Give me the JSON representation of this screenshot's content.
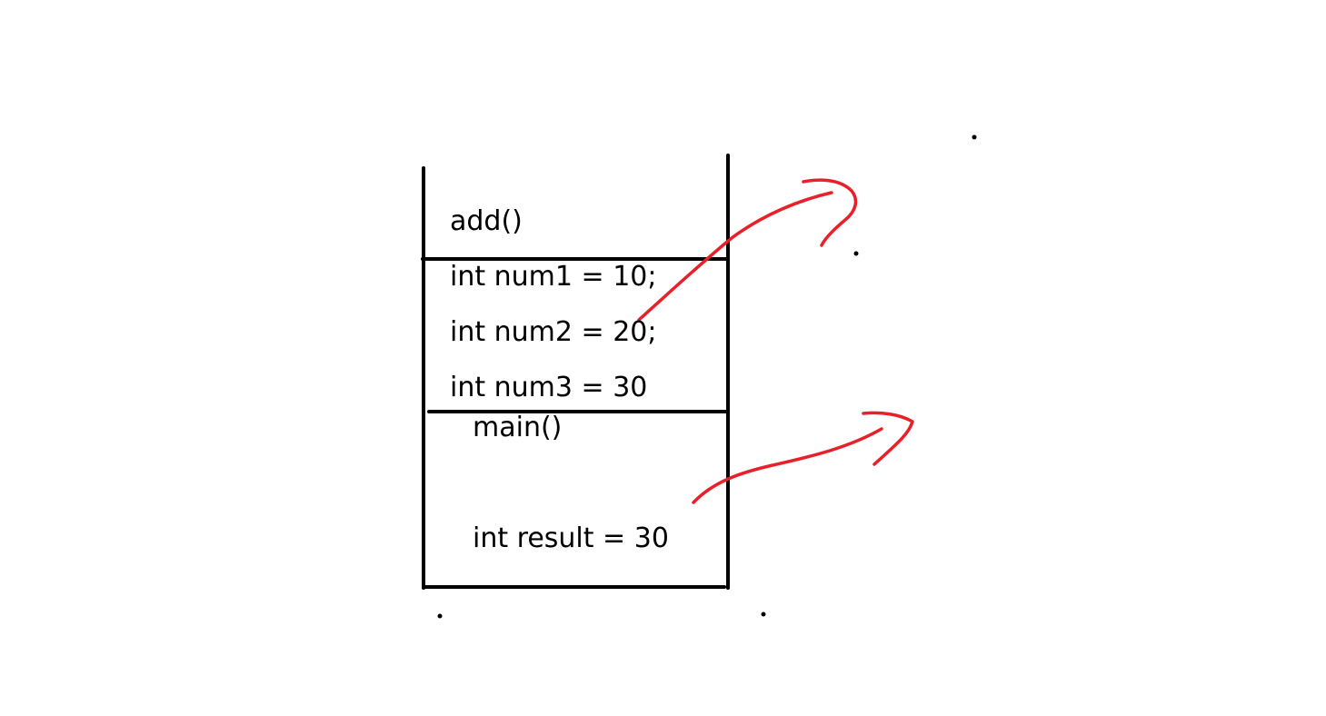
{
  "stack": {
    "frames": [
      {
        "name": "add()",
        "lines": [
          "int num1 = 10;",
          "int num2 = 20;",
          "int num3 = 30"
        ]
      },
      {
        "name": "main()",
        "lines": [
          "int result = 30"
        ]
      }
    ]
  },
  "colors": {
    "stack_outline": "#000000",
    "text": "#000000",
    "arrows": "#e8202a",
    "background": "#ffffff"
  }
}
